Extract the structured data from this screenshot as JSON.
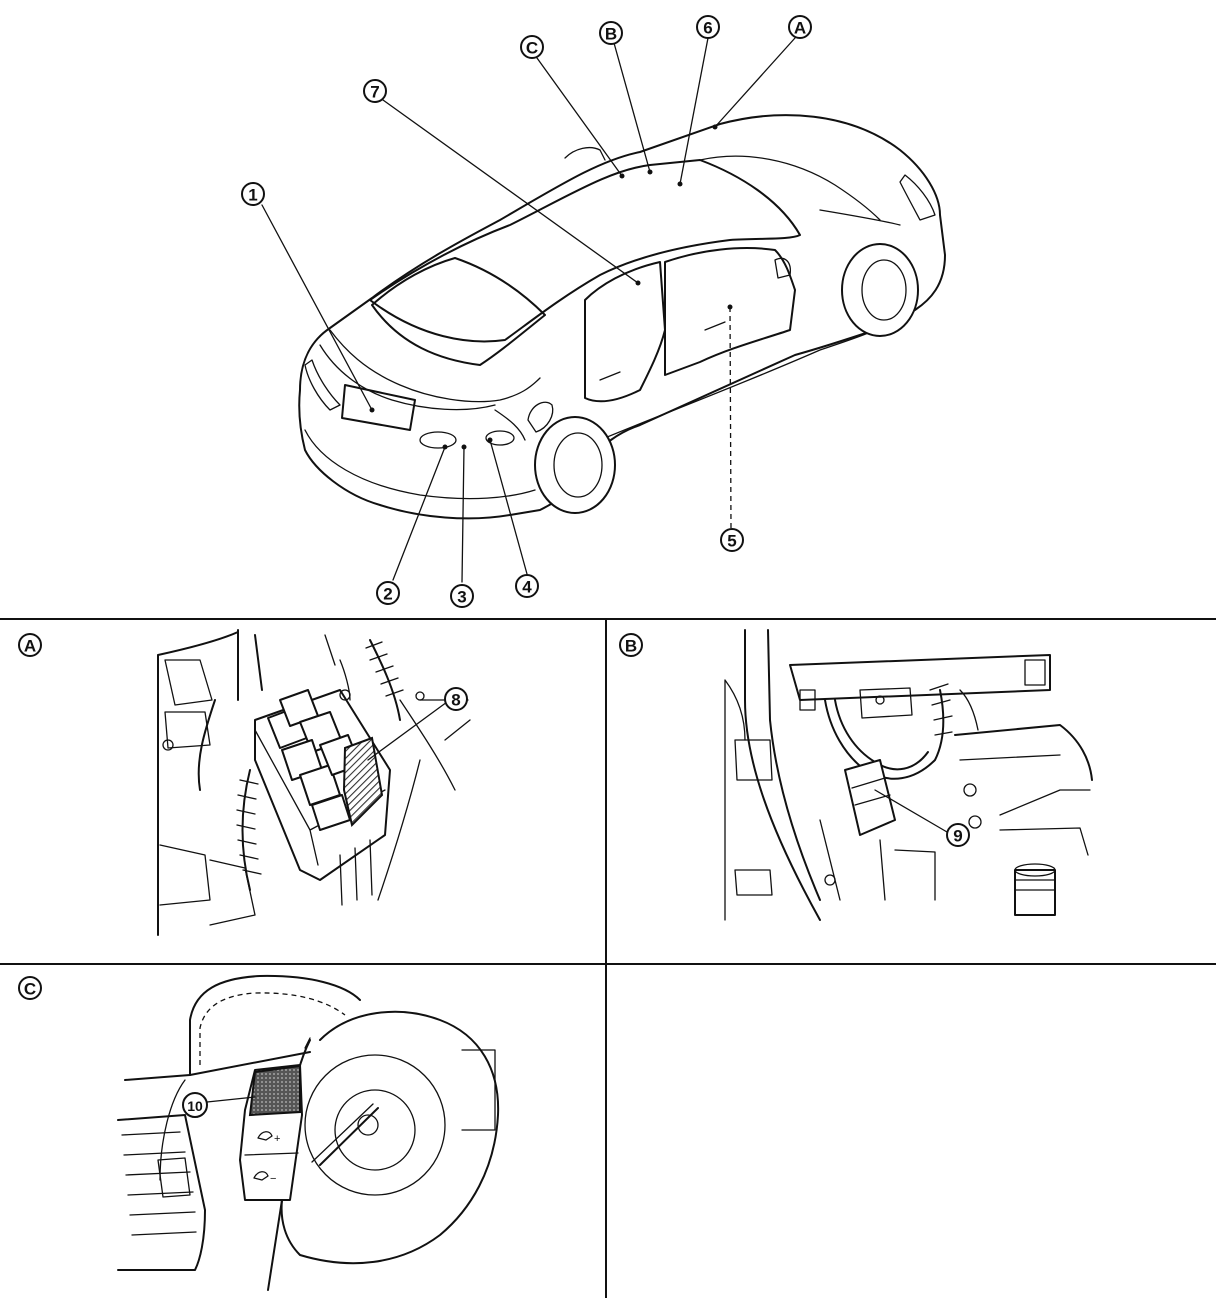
{
  "callouts": {
    "c1": "1",
    "c2": "2",
    "c3": "3",
    "c4": "4",
    "c5": "5",
    "c6": "6",
    "c7": "7",
    "c8": "8",
    "c9": "9",
    "c10": "10"
  },
  "views": {
    "a": "A",
    "b": "B",
    "c": "C"
  },
  "switch_labels": {
    "plus": "+",
    "minus": "−"
  },
  "colors": {
    "line": "#111111",
    "background": "#ffffff",
    "hatch": "#444444"
  }
}
